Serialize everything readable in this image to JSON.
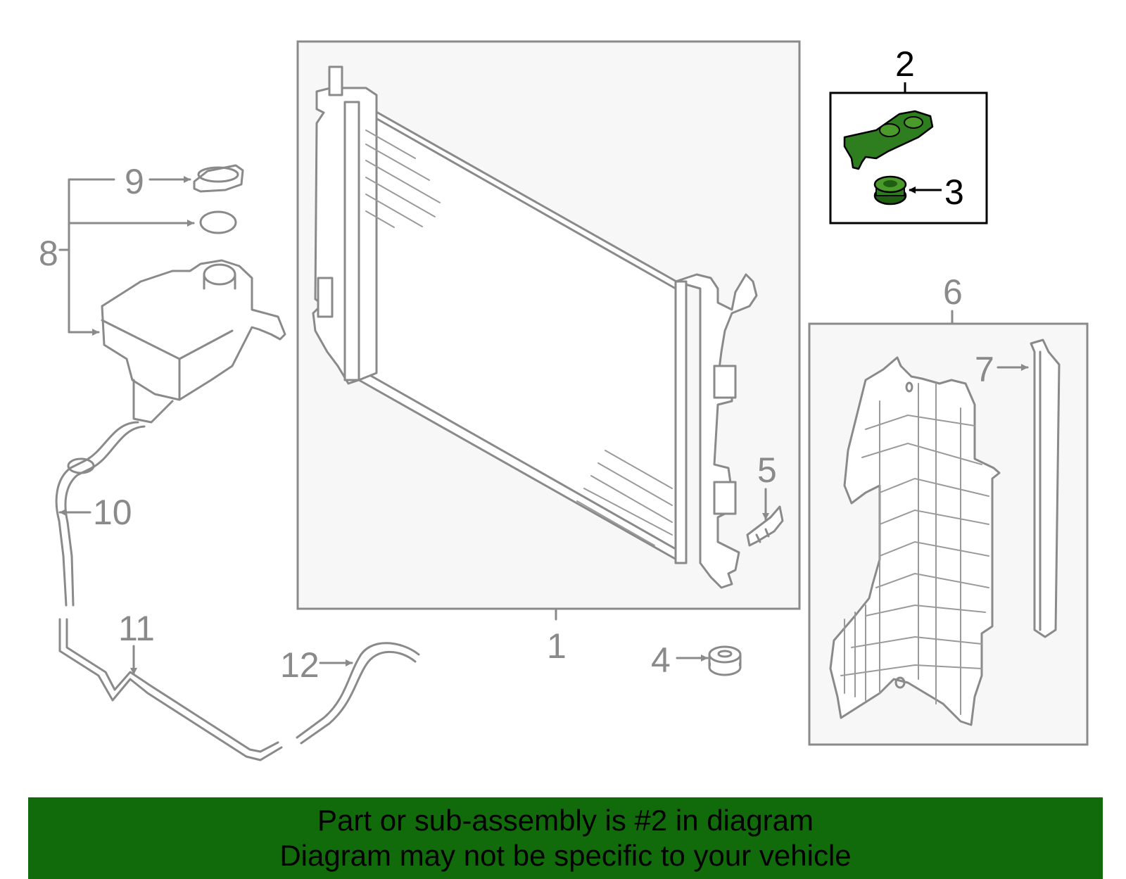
{
  "diagram": {
    "callouts": {
      "c1": "1",
      "c2": "2",
      "c3": "3",
      "c4": "4",
      "c5": "5",
      "c6": "6",
      "c7": "7",
      "c8": "8",
      "c9": "9",
      "c10": "10",
      "c11": "11",
      "c12": "12"
    },
    "highlight_color": "#2e7d1f",
    "line_color": "#8a8a8a"
  },
  "banner": {
    "line1": "Part or sub-assembly is #2 in diagram",
    "line2": "Diagram may not be specific to your vehicle",
    "background": "#116b0a"
  }
}
